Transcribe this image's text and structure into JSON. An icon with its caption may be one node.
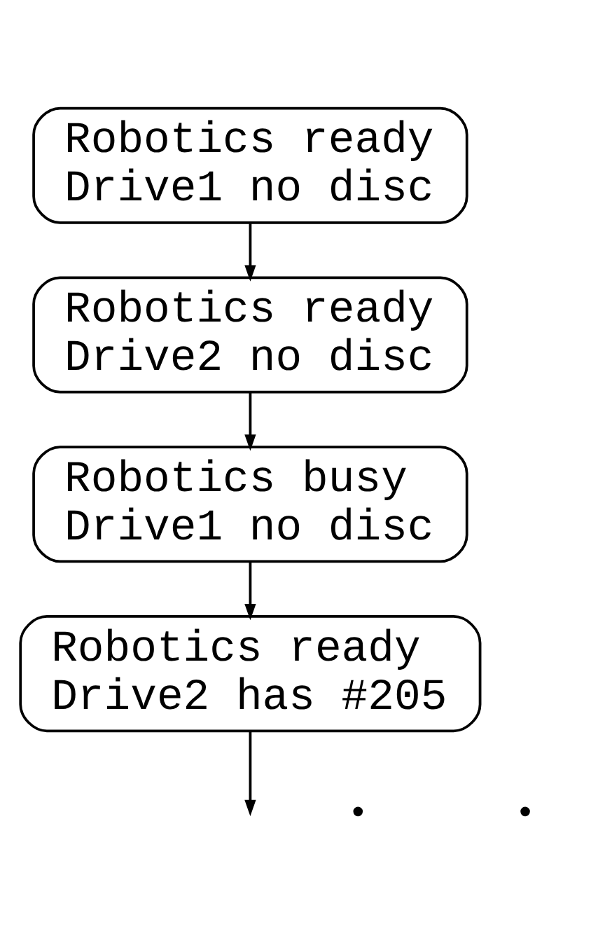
{
  "diagram": {
    "nodes": [
      {
        "text": [
          "Robotics ready",
          "Drive1 no disc"
        ]
      },
      {
        "text": [
          "Robotics ready",
          "Drive2 no disc"
        ]
      },
      {
        "text": [
          "Robotics busy",
          "Drive1 no disc"
        ]
      },
      {
        "text": [
          "Robotics ready",
          "Drive2 has #205"
        ]
      }
    ],
    "edges": [
      {
        "from": 0,
        "to": 1,
        "arrow": "to"
      },
      {
        "from": 1,
        "to": 2,
        "arrow": "to"
      },
      {
        "from": 2,
        "to": 3,
        "arrow": "to"
      },
      {
        "from": 3,
        "to": null,
        "arrow": "to"
      }
    ],
    "labels": [
      "•",
      "•"
    ]
  }
}
